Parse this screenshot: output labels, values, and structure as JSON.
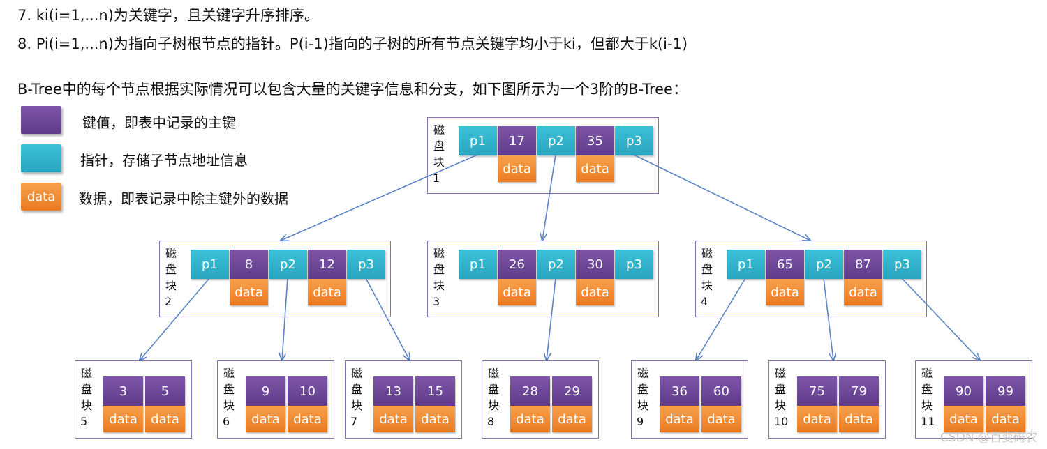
{
  "text": {
    "line7": "7. ki(i=1,...n)为关键字，且关键字升序排序。",
    "line8": "8. Pi(i=1,...n)为指向子树根节点的指针。P(i-1)指向的子树的所有节点关键字均小于ki，但都大于k(i-1)",
    "intro": "B-Tree中的每个节点根据实际情况可以包含大量的关键字信息和分支，如下图所示为一个3阶的B-Tree："
  },
  "legend": {
    "key_desc": "键值，即表中记录的主键",
    "pointer_desc": "指针，存储子节点地址信息",
    "data_label": "data",
    "data_desc": "数据，即表记录中除主键外的数据"
  },
  "colors": {
    "key": "#6a47a0",
    "pointer": "#33b5cf",
    "data": "#f08a2c",
    "border": "#8a6ea8",
    "arrow": "#5b84c4"
  },
  "disk_label": [
    "磁",
    "盘",
    "块"
  ],
  "data_label": "data",
  "tree": {
    "internal": [
      {
        "id": "1",
        "pointers": [
          "p1",
          "p2",
          "p3"
        ],
        "keys": [
          "17",
          "35"
        ]
      },
      {
        "id": "2",
        "pointers": [
          "p1",
          "p2",
          "p3"
        ],
        "keys": [
          "8",
          "12"
        ]
      },
      {
        "id": "3",
        "pointers": [
          "p1",
          "p2",
          "p3"
        ],
        "keys": [
          "26",
          "30"
        ]
      },
      {
        "id": "4",
        "pointers": [
          "p1",
          "p2",
          "p3"
        ],
        "keys": [
          "65",
          "87"
        ]
      }
    ],
    "leaves": [
      {
        "id": "5",
        "keys": [
          "3",
          "5"
        ]
      },
      {
        "id": "6",
        "keys": [
          "9",
          "10"
        ]
      },
      {
        "id": "7",
        "keys": [
          "13",
          "15"
        ]
      },
      {
        "id": "8",
        "keys": [
          "28",
          "29"
        ]
      },
      {
        "id": "9",
        "keys": [
          "36",
          "60"
        ]
      },
      {
        "id": "10",
        "keys": [
          "75",
          "79"
        ]
      },
      {
        "id": "11",
        "keys": [
          "90",
          "99"
        ]
      }
    ]
  },
  "watermark": "CSDN @百变码农"
}
